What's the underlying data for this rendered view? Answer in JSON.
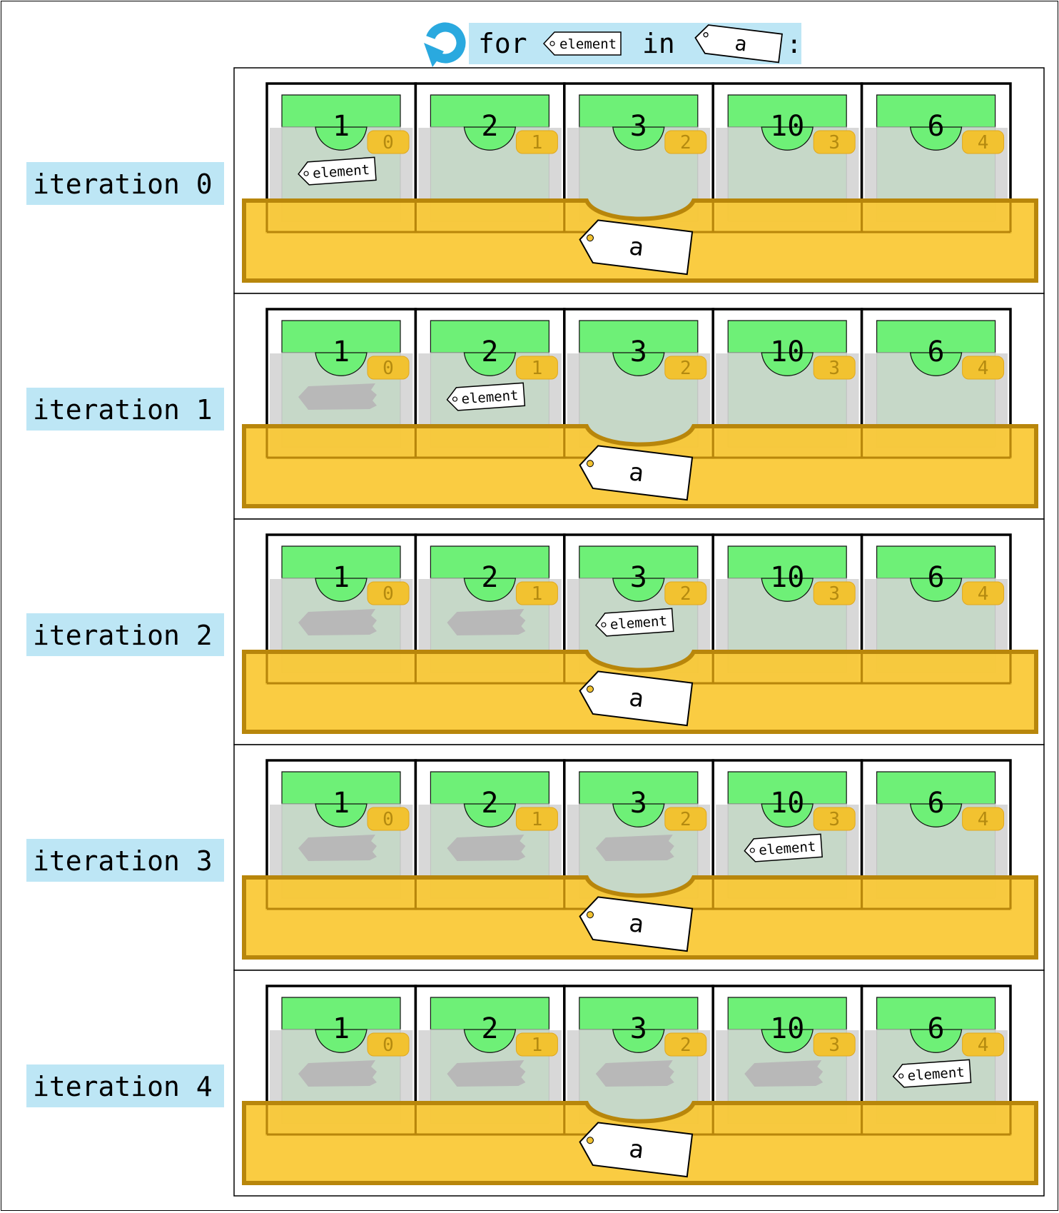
{
  "header": {
    "keyword_for": "for",
    "loop_variable": "element",
    "keyword_in": "in",
    "iterable": "a",
    "colon": ":"
  },
  "list": {
    "name": "a",
    "values": [
      "1",
      "2",
      "3",
      "10",
      "6"
    ],
    "indices": [
      "0",
      "1",
      "2",
      "3",
      "4"
    ]
  },
  "iterations": [
    {
      "label": "iteration 0",
      "current_index": 0
    },
    {
      "label": "iteration 1",
      "current_index": 1
    },
    {
      "label": "iteration 2",
      "current_index": 2
    },
    {
      "label": "iteration 3",
      "current_index": 3
    },
    {
      "label": "iteration 4",
      "current_index": 4
    }
  ],
  "colors": {
    "label_bg": "#bde6f5",
    "loop_icon": "#2aa9df",
    "cell_green": "#6ef077",
    "cell_gray": "#d8d8d8",
    "cell_inner": "#c4d9c6",
    "index_badge": "#f2c230",
    "index_text": "#b48a10",
    "tray_fill": "#fac832",
    "tray_border": "#b8860b",
    "ghost_tag": "#b8b8b8"
  },
  "icons": {
    "loop": "loop-arrow-icon"
  }
}
